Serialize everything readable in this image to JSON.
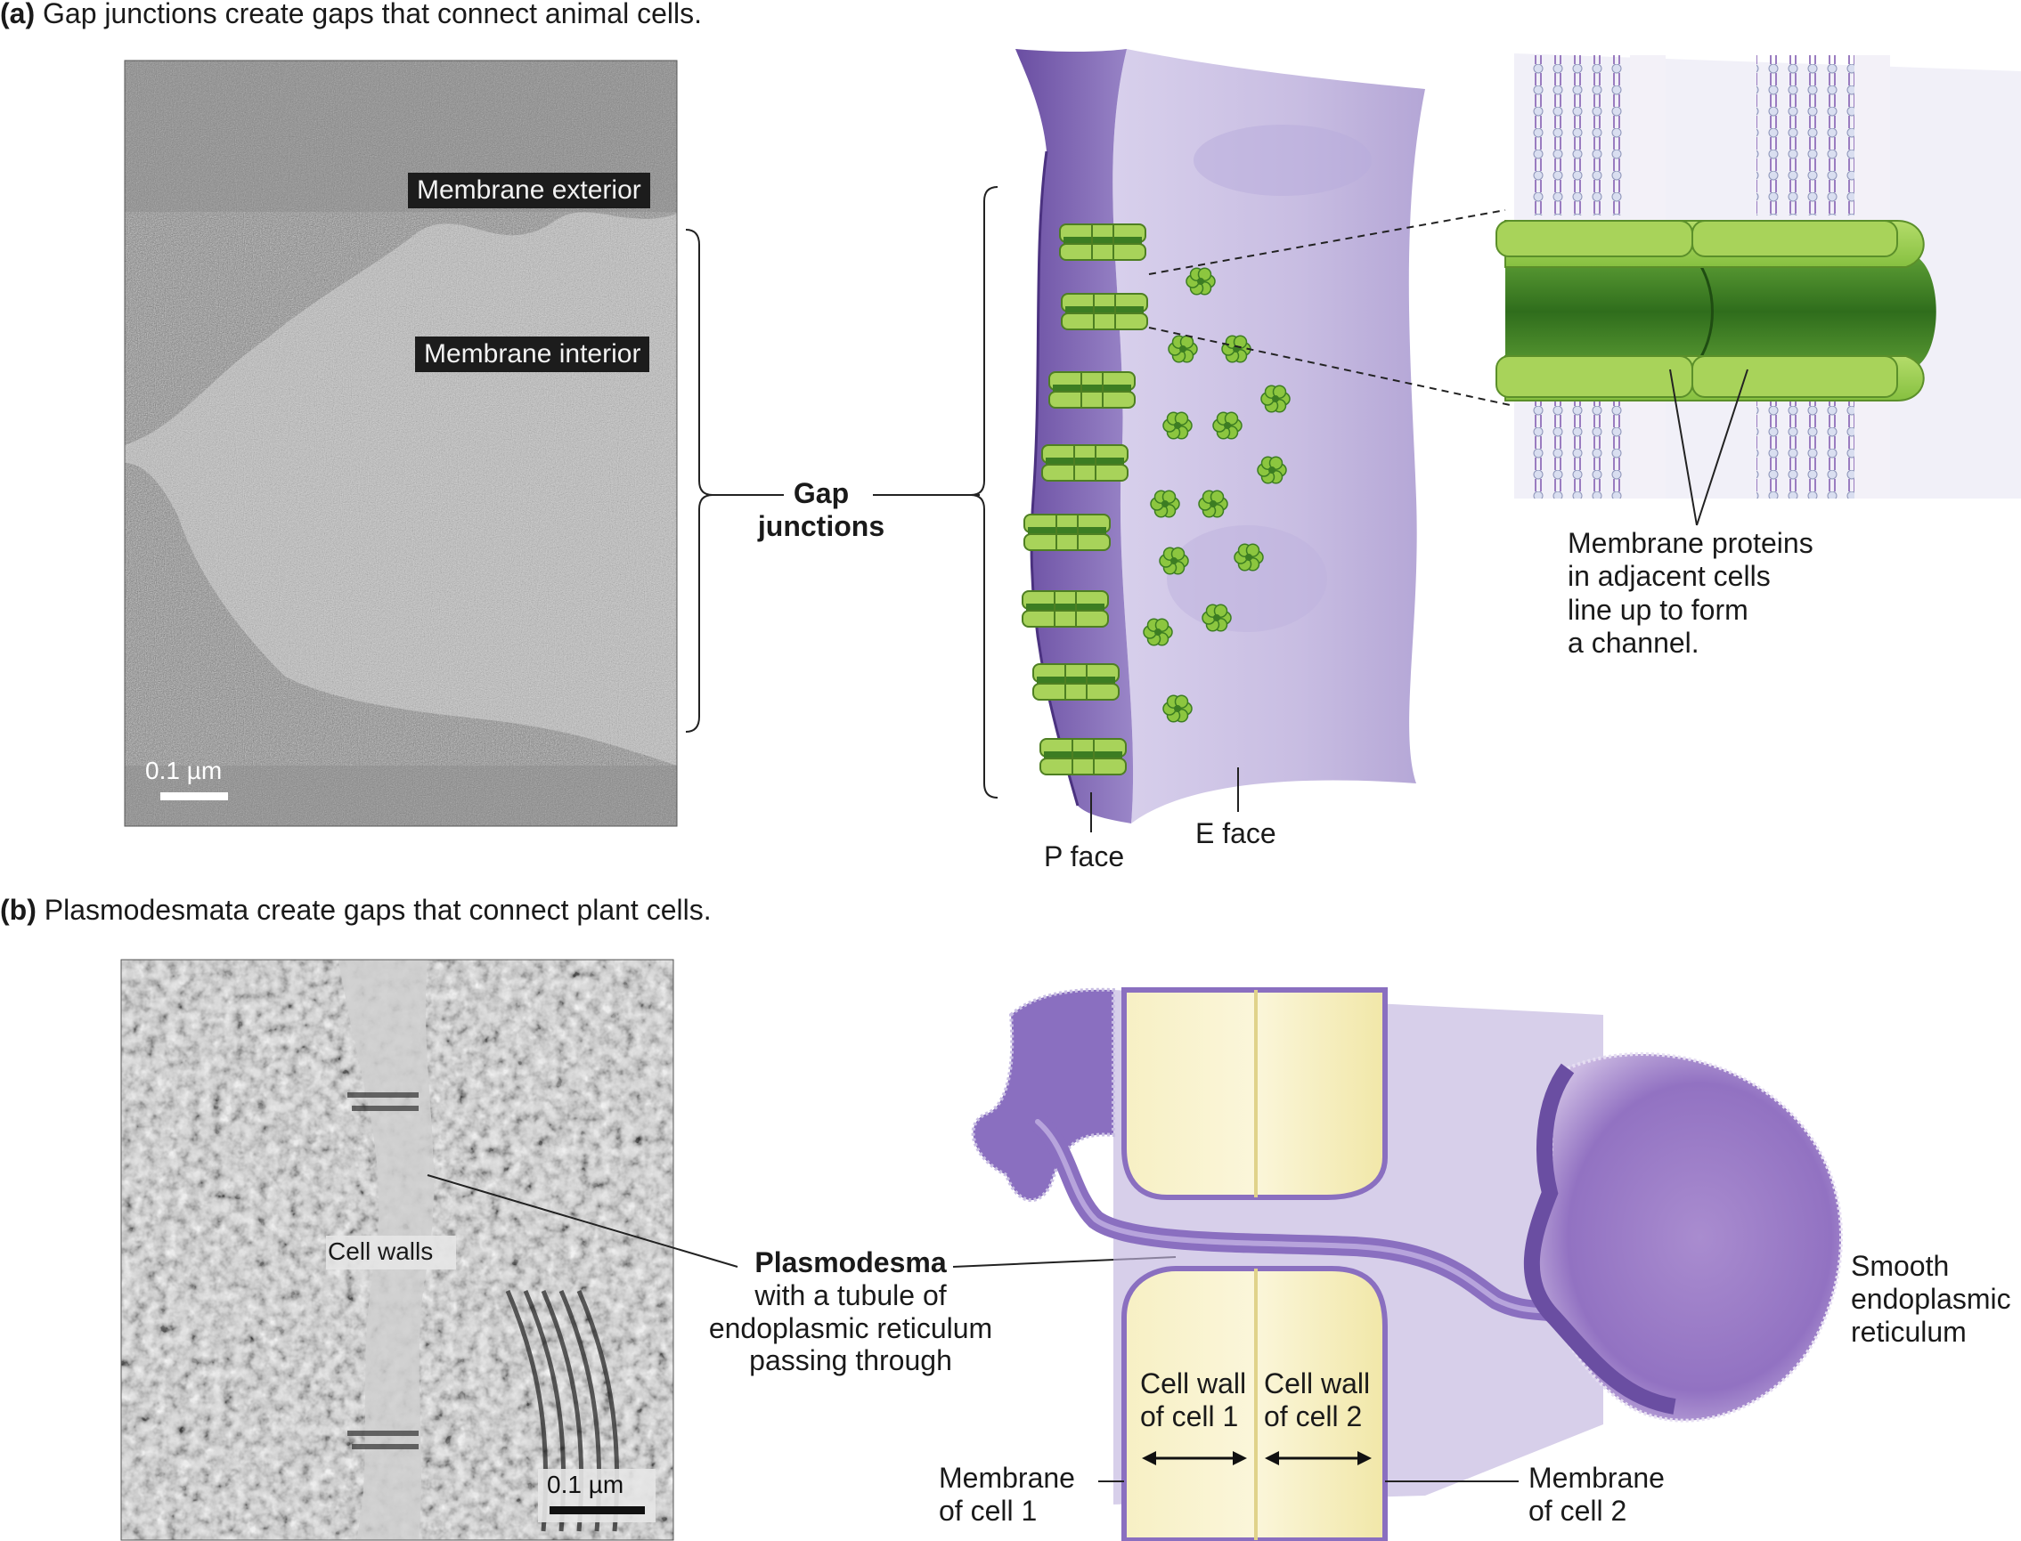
{
  "panel_a": {
    "letter": "(a)",
    "title": "Gap junctions create gaps that connect animal cells.",
    "tag_exterior": "Membrane exterior",
    "tag_interior": "Membrane interior",
    "scale": "0.1 µm",
    "gap_line1": "Gap",
    "gap_line2": "junctions",
    "p_face": "P face",
    "e_face": "E face",
    "proteins": [
      "Membrane proteins",
      "in adjacent cells",
      "line up to form",
      "a channel."
    ]
  },
  "panel_b": {
    "letter": "(b)",
    "title": "Plasmodesmata create gaps that connect plant cells.",
    "cell_walls": "Cell walls",
    "scale": "0.1 µm",
    "plasmodesma": "Plasmodesma",
    "plasmo_desc": [
      "with a tubule of",
      "endoplasmic reticulum",
      "passing through"
    ],
    "wall1": [
      "Cell wall",
      "of cell 1"
    ],
    "wall2": [
      "Cell wall",
      "of cell 2"
    ],
    "mem1": [
      "Membrane",
      "of cell 1"
    ],
    "mem2": [
      "Membrane",
      "of cell 2"
    ],
    "ser": [
      "Smooth",
      "endoplasmic",
      "reticulum"
    ]
  },
  "colors": {
    "membrane_purple": "#7b5fb0",
    "membrane_light": "#c9bfe3",
    "protein_green": "#8cc63f",
    "protein_dark": "#3c7d22",
    "wall_yellow": "#f6eeb5"
  }
}
